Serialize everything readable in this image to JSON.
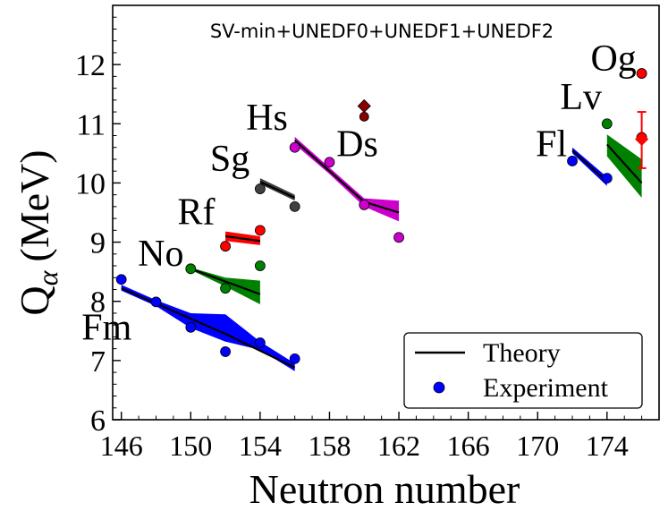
{
  "chart_data": {
    "type": "scatter",
    "title": "SV-min+UNEDF0+UNEDF1+UNEDF2",
    "xlabel": "Neutron number",
    "ylabel_main": "Q",
    "ylabel_sub": "α",
    "ylabel_unit": "(MeV)",
    "xlim": [
      145.5,
      177
    ],
    "ylim": [
      6,
      13
    ],
    "x_ticks": [
      146,
      150,
      154,
      158,
      162,
      166,
      170,
      174
    ],
    "y_ticks": [
      6,
      7,
      8,
      9,
      10,
      11,
      12
    ],
    "x_tick_labels": [
      "146",
      "150",
      "154",
      "158",
      "162",
      "166",
      "170",
      "174"
    ],
    "y_tick_labels": [
      "6",
      "7",
      "8",
      "9",
      "10",
      "11",
      "12"
    ],
    "legend": {
      "position": "bottom-right",
      "theory_label": "Theory",
      "experiment_label": "Experiment"
    },
    "series": [
      {
        "name": "Fm",
        "color": "#0000ff",
        "label_at": [
          146.6,
          7.35
        ],
        "theory_x": [
          146,
          152,
          156
        ],
        "theory_y": [
          8.22,
          7.45,
          6.88
        ],
        "band_x": [
          146,
          148,
          150,
          152,
          154,
          156
        ],
        "band_lo": [
          8.18,
          7.92,
          7.55,
          7.32,
          7.18,
          6.82
        ],
        "band_hi": [
          8.28,
          8.02,
          7.8,
          7.78,
          7.32,
          6.95
        ],
        "exp_x": [
          146,
          148,
          150,
          152,
          154,
          156
        ],
        "exp_y": [
          8.37,
          7.99,
          7.56,
          7.15,
          7.3,
          7.03
        ]
      },
      {
        "name": "No",
        "color": "#008000",
        "label_at": [
          149.6,
          8.6
        ],
        "theory_x": [
          150,
          154
        ],
        "theory_y": [
          8.55,
          8.12
        ],
        "band_x": [
          150,
          152,
          154
        ],
        "band_lo": [
          8.53,
          8.25,
          7.95
        ],
        "band_hi": [
          8.57,
          8.4,
          8.35
        ],
        "exp_x": [
          150,
          152,
          154
        ],
        "exp_y": [
          8.55,
          8.22,
          8.6
        ]
      },
      {
        "name": "Rf",
        "color": "#ff0000",
        "label_at": [
          151.4,
          9.3
        ],
        "theory_x": [
          152,
          154
        ],
        "theory_y": [
          9.1,
          9.02
        ],
        "band_x": [
          152,
          154
        ],
        "band_lo": [
          9.02,
          8.95
        ],
        "band_hi": [
          9.18,
          9.1
        ],
        "exp_x": [
          152,
          154
        ],
        "exp_y": [
          8.93,
          9.2
        ]
      },
      {
        "name": "Sg",
        "color": "#404040",
        "label_at": [
          153.4,
          10.2
        ],
        "theory_x": [
          154,
          156
        ],
        "theory_y": [
          10.02,
          9.75
        ],
        "band_x": [
          154,
          156
        ],
        "band_lo": [
          9.98,
          9.7
        ],
        "band_hi": [
          10.08,
          9.8
        ],
        "exp_x": [
          154,
          156
        ],
        "exp_y": [
          9.9,
          9.6
        ]
      },
      {
        "name": "Hs",
        "color": "#cc00cc",
        "label_at": [
          155.6,
          10.9
        ],
        "theory_x": [
          156,
          158,
          160,
          162
        ],
        "theory_y": [
          10.72,
          10.2,
          9.68,
          9.5
        ],
        "band_x": [
          156,
          158,
          160,
          162
        ],
        "band_lo": [
          10.65,
          10.15,
          9.6,
          9.35
        ],
        "band_hi": [
          10.78,
          10.26,
          9.74,
          9.7
        ],
        "exp_x": [
          156,
          158,
          160,
          162
        ],
        "exp_y": [
          10.6,
          10.35,
          9.63,
          9.08
        ]
      },
      {
        "name": "Fl",
        "color": "#0000ff",
        "label_at": [
          171.7,
          10.45
        ],
        "theory_x": [
          172,
          174
        ],
        "theory_y": [
          10.55,
          10.02
        ],
        "band_x": [
          172,
          174
        ],
        "band_lo": [
          10.5,
          9.95
        ],
        "band_hi": [
          10.6,
          10.1
        ],
        "exp_x": [
          172,
          174
        ],
        "exp_y": [
          10.37,
          10.08
        ]
      },
      {
        "name": "Lv",
        "color": "#008000",
        "label_at": [
          173.7,
          11.25
        ],
        "theory_x": [
          174,
          176
        ],
        "theory_y": [
          10.65,
          10.0
        ],
        "band_x": [
          174,
          176
        ],
        "band_lo": [
          10.45,
          9.75
        ],
        "band_hi": [
          10.82,
          10.4
        ],
        "exp_x": [
          174
        ],
        "exp_y": [
          11.0
        ]
      },
      {
        "name": "Og",
        "color": "#ff0000",
        "label_at": [
          175.7,
          11.9
        ],
        "theory_x": [],
        "theory_y": [],
        "band_x": [],
        "band_lo": [],
        "band_hi": [],
        "exp_x": [
          176,
          176
        ],
        "exp_y": [
          11.85,
          10.77
        ]
      }
    ],
    "ds_points": {
      "color": "#8b0000",
      "label": "Ds",
      "label_at": [
        159.6,
        10.45
      ],
      "circles": [
        {
          "x": 160,
          "y": 11.12
        }
      ],
      "diamonds": [
        {
          "x": 160,
          "y": 11.3
        }
      ]
    },
    "og_diamond": {
      "x": 176,
      "y": 10.74,
      "err_lo": 10.25,
      "err_hi": 11.2,
      "color": "#ff0000"
    }
  }
}
